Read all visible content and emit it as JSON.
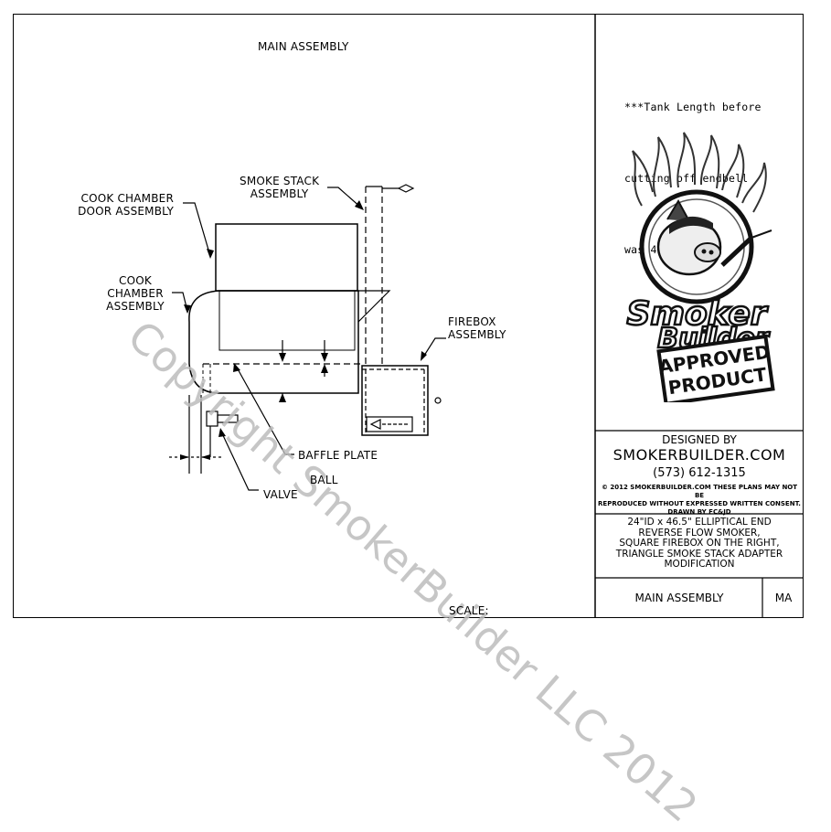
{
  "title": "MAIN ASSEMBLY",
  "labels": {
    "smoke_stack": "SMOKE STACK\nASSEMBLY",
    "door": "COOK CHAMBER\nDOOR ASSEMBLY",
    "cook_chamber": "COOK\nCHAMBER\nASSEMBLY",
    "firebox": "FIREBOX\nASSEMBLY",
    "baffle": "BAFFLE PLATE",
    "ball": "BALL",
    "valve": "VALVE",
    "scale": "SCALE:"
  },
  "note": {
    "line1": "***Tank Length before",
    "line2": "cutting off endbell",
    "line3": "was 47\" long***"
  },
  "logo": {
    "line1": "Smoker",
    "line2": "Builder",
    "line3": "APPROVED",
    "line4": "PRODUCT"
  },
  "designer": {
    "heading": "DESIGNED BY",
    "site": "SMOKERBUILDER.COM",
    "phone": "(573) 612-1315",
    "copyright1": "© 2012 SMOKERBUILDER.COM THESE PLANS MAY NOT BE",
    "copyright2": "REPRODUCED WITHOUT EXPRESSED WRITTEN CONSENT.",
    "drawn_by": "DRAWN BY FC&JD"
  },
  "description": {
    "line1": "24\"ID x 46.5\" ELLIPTICAL END",
    "line2": "REVERSE FLOW SMOKER,",
    "line3": "SQUARE FIREBOX ON THE RIGHT,",
    "line4": "TRIANGLE SMOKE STACK ADAPTER",
    "line5": "MODIFICATION"
  },
  "sheet_name": "MAIN ASSEMBLY",
  "sheet_code": "MA",
  "watermark": "Copyright SmokerBuilder LLC 2012"
}
